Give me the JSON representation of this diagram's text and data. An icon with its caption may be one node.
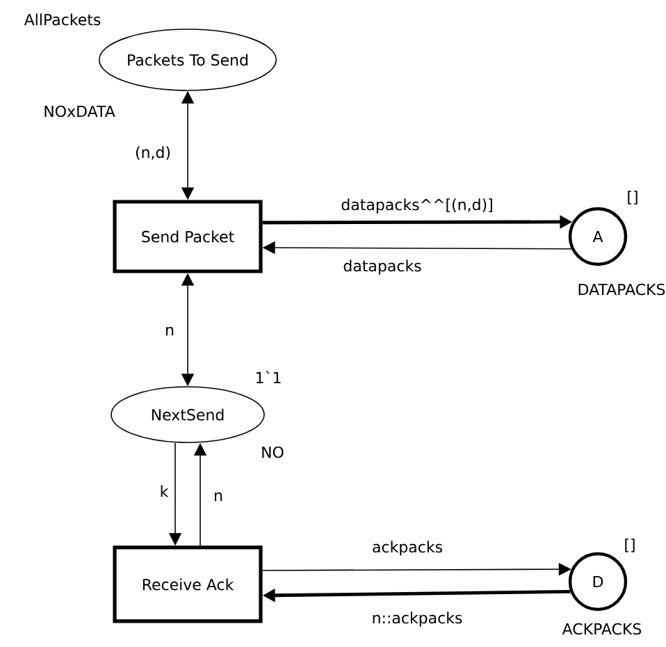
{
  "diagram": {
    "nodes": [
      {
        "text": [
          "Packets To Send"
        ],
        "beside": [
          "AllPackets",
          "NOxDATA"
        ]
      },
      {
        "text": [
          "Send Packet"
        ]
      },
      {
        "text": [
          "A"
        ],
        "beside": [
          "[]",
          "DATAPACKS"
        ]
      },
      {
        "text": [
          "NextSend"
        ],
        "beside": [
          "1`1",
          "NO"
        ]
      },
      {
        "text": [
          "Receive Ack"
        ]
      },
      {
        "text": [
          "D"
        ],
        "beside": [
          "[]",
          "ACKPACKS"
        ]
      }
    ],
    "edges": [
      {
        "from": 0,
        "to": 1,
        "arrow": "both",
        "label": "(n,d)"
      },
      {
        "from": 1,
        "to": 2,
        "arrow": "to",
        "label": "datapacks^^[(n,d)]",
        "style": "thick"
      },
      {
        "from": 2,
        "to": 1,
        "arrow": "to",
        "label": "datapacks"
      },
      {
        "from": 1,
        "to": 3,
        "arrow": "both",
        "label": "n"
      },
      {
        "from": 3,
        "to": 4,
        "arrow": "to",
        "label": "k"
      },
      {
        "from": 4,
        "to": 3,
        "arrow": "to",
        "label": "n"
      },
      {
        "from": 4,
        "to": 5,
        "arrow": "to",
        "label": "ackpacks"
      },
      {
        "from": 5,
        "to": 4,
        "arrow": "to",
        "label": "n::ackpacks",
        "style": "thick"
      }
    ]
  }
}
